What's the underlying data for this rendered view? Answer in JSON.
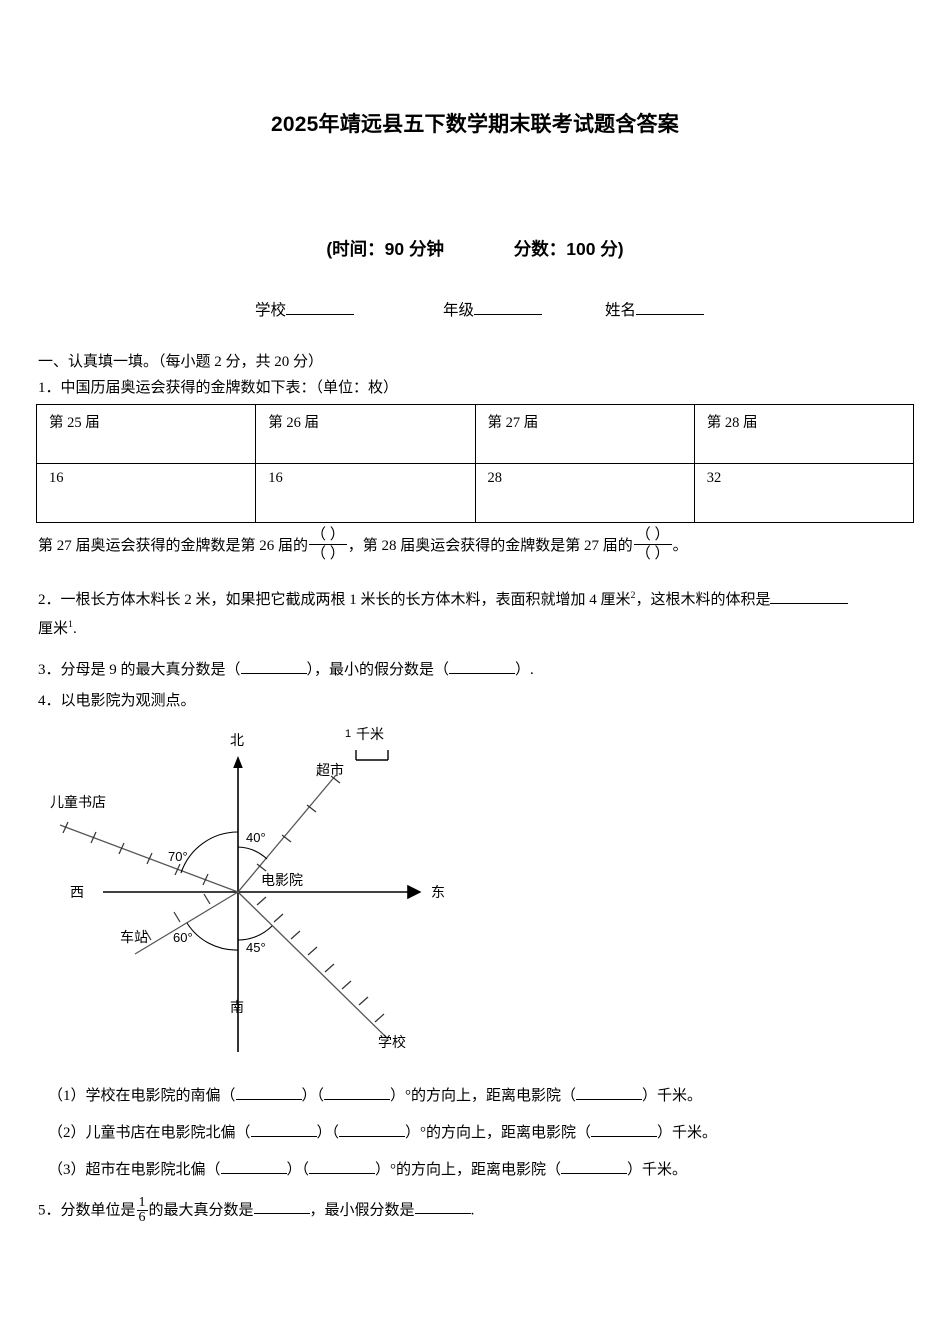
{
  "document": {
    "title": "2025年靖远县五下数学期末联考试题含答案",
    "exam_info": {
      "time_label": "(时间：90 分钟",
      "score_label": "分数：100 分)"
    },
    "fields": [
      {
        "label": "学校"
      },
      {
        "label": "年级"
      },
      {
        "label": "姓名"
      }
    ]
  },
  "section": {
    "heading": "一、认真填一填。（每小题 2 分，共 20 分）"
  },
  "questions": {
    "q1": {
      "number": "1．",
      "text": "中国历届奥运会获得的金牌数如下表：（单位：枚）",
      "table": {
        "headers": [
          "第 25 届",
          "第 26 届",
          "第 27 届",
          "第 28 届"
        ],
        "values": [
          "16",
          "16",
          "28",
          "32"
        ]
      },
      "note_part1": "第 27 届奥运会获得的金牌数是第 26 届的",
      "note_part2": "，第 28 届奥运会获得的金牌数是第 27 届的",
      "note_part3": "。",
      "fraction_blank": "（    ）"
    },
    "q2": {
      "number": "2．",
      "line1_a": "一根长方体木料长 2 米，如果把它截成两根 1 米长的长方体木料，表面积就增加 4 厘米",
      "line1_sup": "2",
      "line1_b": "，这根木料的体积是",
      "line2_a": "厘米",
      "line2_sup": "1",
      "line2_b": "."
    },
    "q3": {
      "number": "3．",
      "part_a": "分母是 9 的最大真分数是（",
      "part_b": "），最小的假分数是（",
      "part_c": "）."
    },
    "q4": {
      "number": "4．",
      "text": "以电影院为观测点。",
      "sub_questions": [
        {
          "number": "（1）",
          "a": "学校在电影院的南偏（",
          "b": "）（",
          "c": "）°的方向上，距离电影院（",
          "d": "）千米。"
        },
        {
          "number": "（2）",
          "a": "儿童书店在电影院北偏（",
          "b": "）（",
          "c": "）°的方向上，距离电影院（",
          "d": "）千米。"
        },
        {
          "number": "（3）",
          "a": "超市在电影院北偏（",
          "b": "）（",
          "c": "）°的方向上，距离电影院（",
          "d": "）千米。"
        }
      ]
    },
    "q5": {
      "number": "5．",
      "part_a": "分数单位是",
      "fraction_num": "1",
      "fraction_den": "6",
      "part_b": "的最大真分数是",
      "part_c": "，最小假分数是",
      "part_d": "."
    }
  },
  "diagram": {
    "scale_value": "1",
    "scale_unit": "千米",
    "axis_labels": {
      "north": "北",
      "south": "南",
      "east": "东",
      "west": "西"
    },
    "origin_label": "电影院",
    "places": [
      {
        "name": "超市",
        "angle_label": "40°",
        "direction": "北偏东",
        "ticks": 3
      },
      {
        "name": "儿童书店",
        "angle_label": "70°",
        "direction": "北偏西",
        "ticks": 6
      },
      {
        "name": "车站",
        "angle_label": "60°",
        "direction": "南偏西",
        "ticks": 3
      },
      {
        "name": "学校",
        "angle_label": "45°",
        "direction": "南偏东",
        "ticks": 9
      }
    ],
    "angle_labels": [
      "40°",
      "70°",
      "60°",
      "45°"
    ]
  },
  "colors": {
    "text": "#000000",
    "background": "#ffffff",
    "rule": "#000000"
  }
}
